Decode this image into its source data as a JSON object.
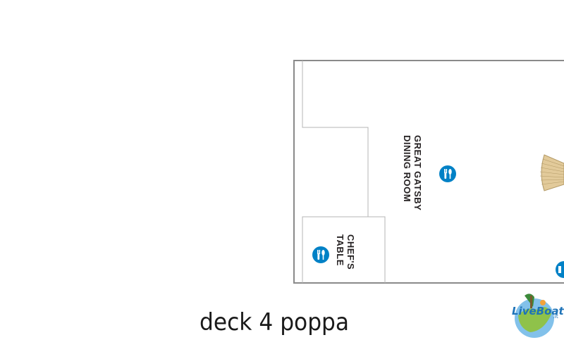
{
  "map": {
    "rooms": [
      {
        "id": "great-gatsby",
        "label_lines": [
          "GREAT GATSBY",
          "DINING ROOM"
        ],
        "icon": "dining-cutlery-icon"
      },
      {
        "id": "chefs-table",
        "label_lines": [
          "CHEF'S",
          "TABLE"
        ],
        "icon": "dining-cutlery-icon"
      }
    ],
    "colors": {
      "wall": "#8a8a8a",
      "interior_wall": "#b5b5b5",
      "icon_blue": "#0081c6",
      "stair_fill": "#e2ca9a",
      "stair_lines": "#b39a66"
    }
  },
  "caption": "deck 4 poppa",
  "logo": {
    "text": "LiveBoat",
    "suffix": ".it"
  }
}
